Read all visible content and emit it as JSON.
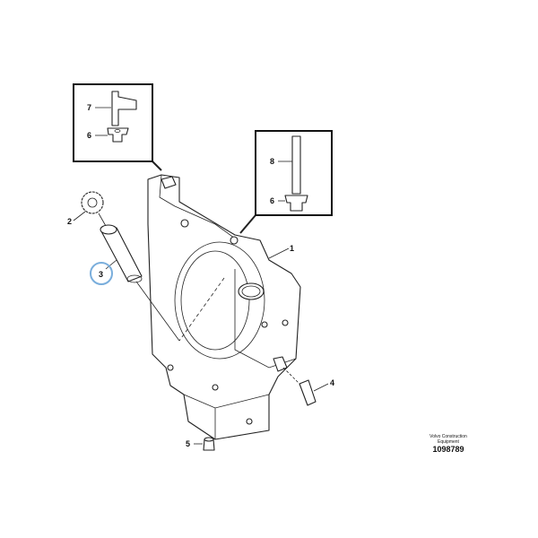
{
  "diagram": {
    "callouts": [
      {
        "id": "1",
        "text": "1"
      },
      {
        "id": "2",
        "text": "2"
      },
      {
        "id": "3",
        "text": "3",
        "highlighted": true
      },
      {
        "id": "4",
        "text": "4"
      },
      {
        "id": "5",
        "text": "5"
      },
      {
        "id": "6a",
        "text": "6"
      },
      {
        "id": "6b",
        "text": "6"
      },
      {
        "id": "7",
        "text": "7"
      },
      {
        "id": "8",
        "text": "8"
      }
    ],
    "highlight_color": "#7aaedc"
  },
  "footer": {
    "brand_line1": "Volvo Construction",
    "brand_line2": "Equipment",
    "drawing_number": "1098789"
  }
}
